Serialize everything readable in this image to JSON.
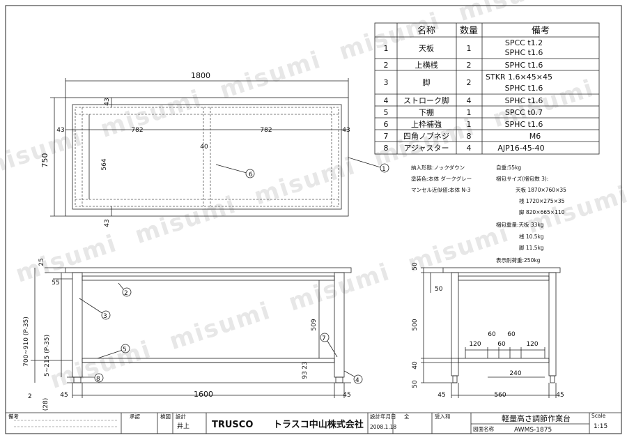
{
  "watermark": "misumi",
  "parts_table": {
    "headers": [
      "名称",
      "数量",
      "備考"
    ],
    "rows": [
      {
        "no": "1",
        "name": "天板",
        "qty": "1",
        "notes": [
          "SPCC t1.2",
          "SPHC t1.6"
        ]
      },
      {
        "no": "2",
        "name": "上横桟",
        "qty": "2",
        "notes": [
          "SPHC t1.6"
        ]
      },
      {
        "no": "3",
        "name": "脚",
        "qty": "2",
        "notes": [
          "STKR 1.6×45×45",
          "SPHC t1.6"
        ]
      },
      {
        "no": "4",
        "name": "ストローク脚",
        "qty": "4",
        "notes": [
          "SPHC t1.6"
        ]
      },
      {
        "no": "5",
        "name": "下棚",
        "qty": "1",
        "notes": [
          "SPCC t0.7"
        ]
      },
      {
        "no": "6",
        "name": "上枠補強",
        "qty": "1",
        "notes": [
          "SPHC t1.6"
        ]
      },
      {
        "no": "7",
        "name": "四角ノブネジ",
        "qty": "8",
        "notes": [
          "M6"
        ]
      },
      {
        "no": "8",
        "name": "アジャスター",
        "qty": "4",
        "notes": [
          "AJP16-45-40"
        ]
      }
    ]
  },
  "spec_left": [
    "納入形態:ノックダウン",
    "塗装色:本体 ダークグレー",
    "マンセル近似値:本体 N-3"
  ],
  "spec_right": [
    "自重:55kg",
    "梱包サイズ(梱包数 3):",
    "天板 1870×760×35",
    "桟 1720×275×35",
    "脚 820×665×110",
    "梱包重量:天板 33kg",
    "桟 10.5kg",
    "脚 11.5kg",
    "表示耐荷重:250kg"
  ],
  "top_view": {
    "overall": "1800",
    "depth": "750",
    "edge_left": "43",
    "edge_right": "43",
    "span_left": "782",
    "span_right": "782",
    "center": "40",
    "inner_depth": "564",
    "edge_top": "43",
    "edge_bottom": "43",
    "callout_6": "6",
    "callout_1": "1"
  },
  "front_view": {
    "top_thk": "25",
    "rail": "55",
    "height_range": "700~910 (P-35)",
    "shelf_range": "5~215 (P-35)",
    "foot": "2",
    "foot_paren": "(28)",
    "leg_left": "45",
    "inner_width": "1600",
    "leg_right": "45",
    "shelf_height": "509",
    "d23": "23",
    "d93": "93",
    "callouts": [
      "2",
      "3",
      "5",
      "7",
      "8",
      "4"
    ]
  },
  "side_view": {
    "top": "50",
    "rail": "50",
    "height": "500",
    "shelf": "40",
    "bottom": "50",
    "d120a": "120",
    "d60a": "60",
    "d60b": "60",
    "d60c": "60",
    "d120b": "120",
    "d240": "240",
    "leg_left": "45",
    "inner_depth": "560",
    "leg_right": "45"
  },
  "title_block": {
    "remarks_label": "備考",
    "approve_label": "承認",
    "check_label": "検図",
    "design_label": "設計",
    "designer": "井上",
    "brand": "TRUSCO",
    "company": "トラスコ中山株式会社",
    "date_label": "設計年月日",
    "date": "2008.1.18",
    "all_label": "全",
    "buyer_label": "受入和",
    "drawing_title": "軽量高さ調節作業台",
    "drawing_name_label": "図面名称",
    "drawing_no": "AWMS-1875",
    "scale_label": "Scale",
    "scale": "1:15"
  }
}
